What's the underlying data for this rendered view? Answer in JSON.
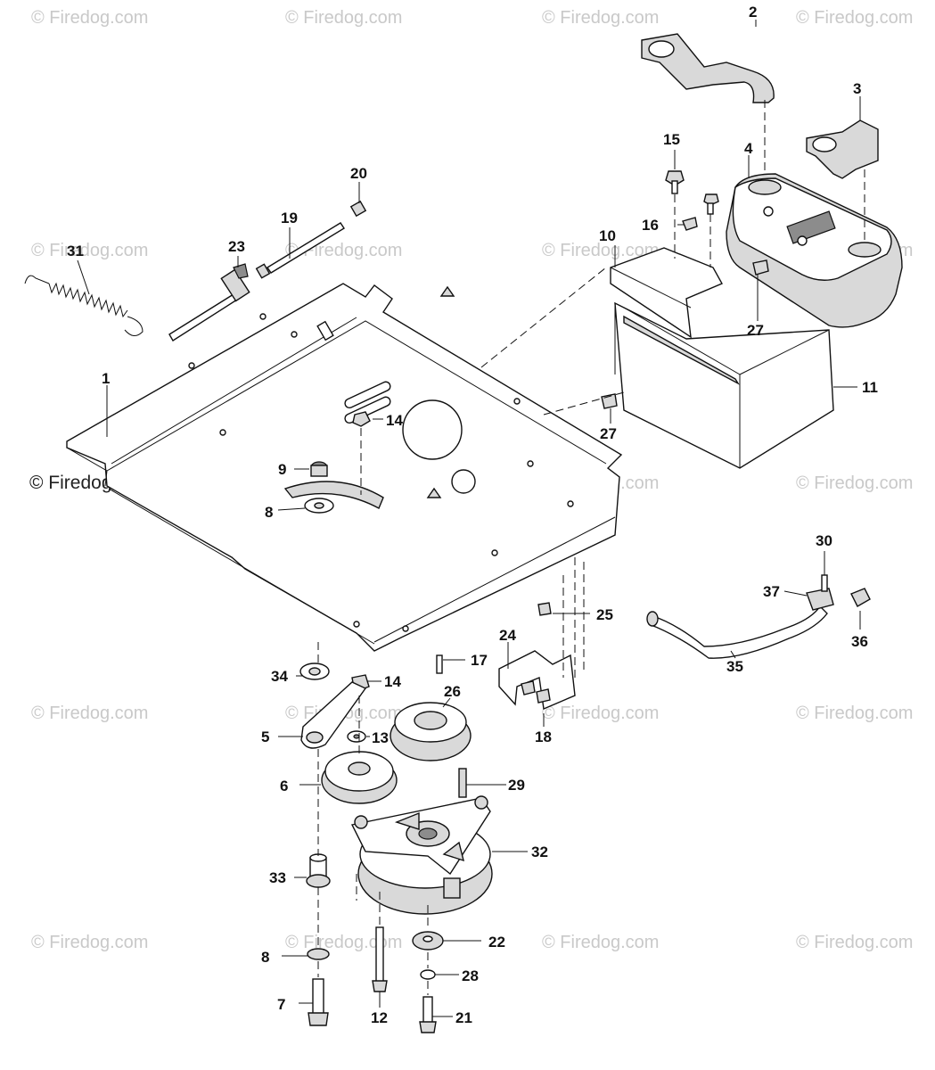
{
  "watermark": {
    "text": "© Firedog.com",
    "color": "#c9c9c9"
  },
  "callouts": [
    {
      "id": "c-2",
      "label": "2"
    },
    {
      "id": "c-3",
      "label": "3"
    },
    {
      "id": "c-15",
      "label": "15"
    },
    {
      "id": "c-4",
      "label": "4"
    },
    {
      "id": "c-20",
      "label": "20"
    },
    {
      "id": "c-19",
      "label": "19"
    },
    {
      "id": "c-16",
      "label": "16"
    },
    {
      "id": "c-23",
      "label": "23"
    },
    {
      "id": "c-31",
      "label": "31"
    },
    {
      "id": "c-10",
      "label": "10"
    },
    {
      "id": "c-27a",
      "label": "27"
    },
    {
      "id": "c-1",
      "label": "1"
    },
    {
      "id": "c-11",
      "label": "11"
    },
    {
      "id": "c-14a",
      "label": "14"
    },
    {
      "id": "c-27b",
      "label": "27"
    },
    {
      "id": "c-9",
      "label": "9"
    },
    {
      "id": "c-8a",
      "label": "8"
    },
    {
      "id": "c-30",
      "label": "30"
    },
    {
      "id": "c-37",
      "label": "37"
    },
    {
      "id": "c-25",
      "label": "25"
    },
    {
      "id": "c-36",
      "label": "36"
    },
    {
      "id": "c-24",
      "label": "24"
    },
    {
      "id": "c-17",
      "label": "17"
    },
    {
      "id": "c-35",
      "label": "35"
    },
    {
      "id": "c-34",
      "label": "34"
    },
    {
      "id": "c-14b",
      "label": "14"
    },
    {
      "id": "c-26",
      "label": "26"
    },
    {
      "id": "c-5",
      "label": "5"
    },
    {
      "id": "c-13",
      "label": "13"
    },
    {
      "id": "c-18",
      "label": "18"
    },
    {
      "id": "c-6",
      "label": "6"
    },
    {
      "id": "c-29",
      "label": "29"
    },
    {
      "id": "c-32",
      "label": "32"
    },
    {
      "id": "c-33",
      "label": "33"
    },
    {
      "id": "c-22",
      "label": "22"
    },
    {
      "id": "c-28",
      "label": "28"
    },
    {
      "id": "c-8b",
      "label": "8"
    },
    {
      "id": "c-7",
      "label": "7"
    },
    {
      "id": "c-12",
      "label": "12"
    },
    {
      "id": "c-21",
      "label": "21"
    }
  ]
}
